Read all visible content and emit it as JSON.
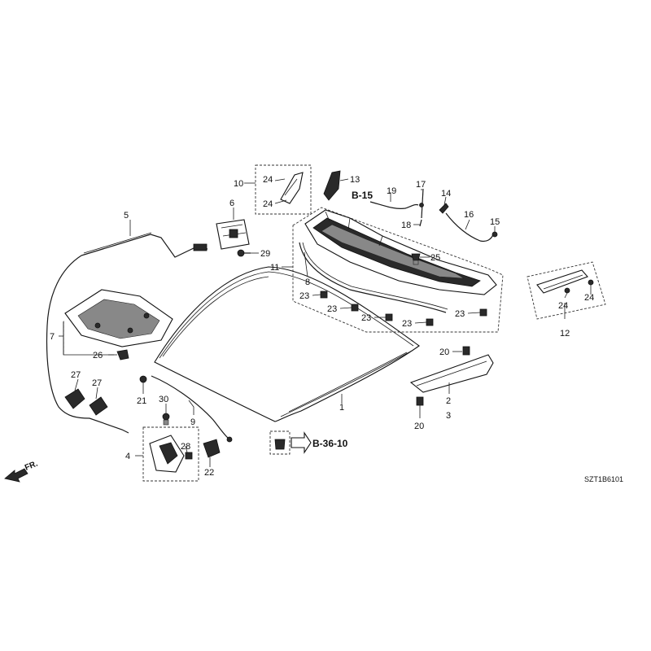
{
  "labels": {
    "p1": "1",
    "p2": "2",
    "p3": "3",
    "p4": "4",
    "p5": "5",
    "p6": "6",
    "p7": "7",
    "p8": "8",
    "p9": "9",
    "p10": "10",
    "p11": "11",
    "p12": "12",
    "p13": "13",
    "p14": "14",
    "p15": "15",
    "p16": "16",
    "p17": "17",
    "p18": "18",
    "p19": "19",
    "p20": "20",
    "p21": "21",
    "p22": "22",
    "p23": "23",
    "p24": "24",
    "p25": "25",
    "p26": "26",
    "p27": "27",
    "p28": "28",
    "p29": "29",
    "p30": "30"
  },
  "refs": {
    "b15": "B-15",
    "b3610": "B-36-10"
  },
  "front_marker": "FR.",
  "diagram_code": "SZT1B6101"
}
